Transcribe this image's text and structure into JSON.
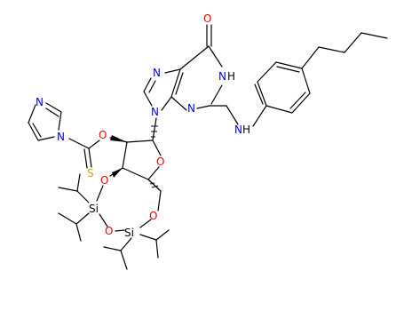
{
  "colors": {
    "bond": "#000000",
    "carbon": "#000000",
    "oxygen": "#ff0000",
    "nitrogen": "#0000ff",
    "silicon": "#000000",
    "sulfur": "#d4a700",
    "hydrogen": "#000000"
  },
  "atoms": [
    {
      "id": "o_carbonyl",
      "symbol": "O"
    },
    {
      "id": "n1",
      "symbol": "N"
    },
    {
      "id": "n1_h",
      "symbol": "H"
    },
    {
      "id": "n7",
      "symbol": "N"
    },
    {
      "id": "n3",
      "symbol": "N"
    },
    {
      "id": "n9",
      "symbol": "N"
    },
    {
      "id": "nh_amine",
      "symbol": "N"
    },
    {
      "id": "nh_amine_h",
      "symbol": "H"
    },
    {
      "id": "n_im_ring",
      "symbol": "N"
    },
    {
      "id": "n_im_link",
      "symbol": "N"
    },
    {
      "id": "o_ester",
      "symbol": "O"
    },
    {
      "id": "o_furanose",
      "symbol": "O"
    },
    {
      "id": "s_thione",
      "symbol": "S"
    },
    {
      "id": "o_3",
      "symbol": "O"
    },
    {
      "id": "o_5",
      "symbol": "O"
    },
    {
      "id": "si_1",
      "symbol": "Si"
    },
    {
      "id": "o_bridge",
      "symbol": "O"
    },
    {
      "id": "si_2",
      "symbol": "Si"
    }
  ]
}
